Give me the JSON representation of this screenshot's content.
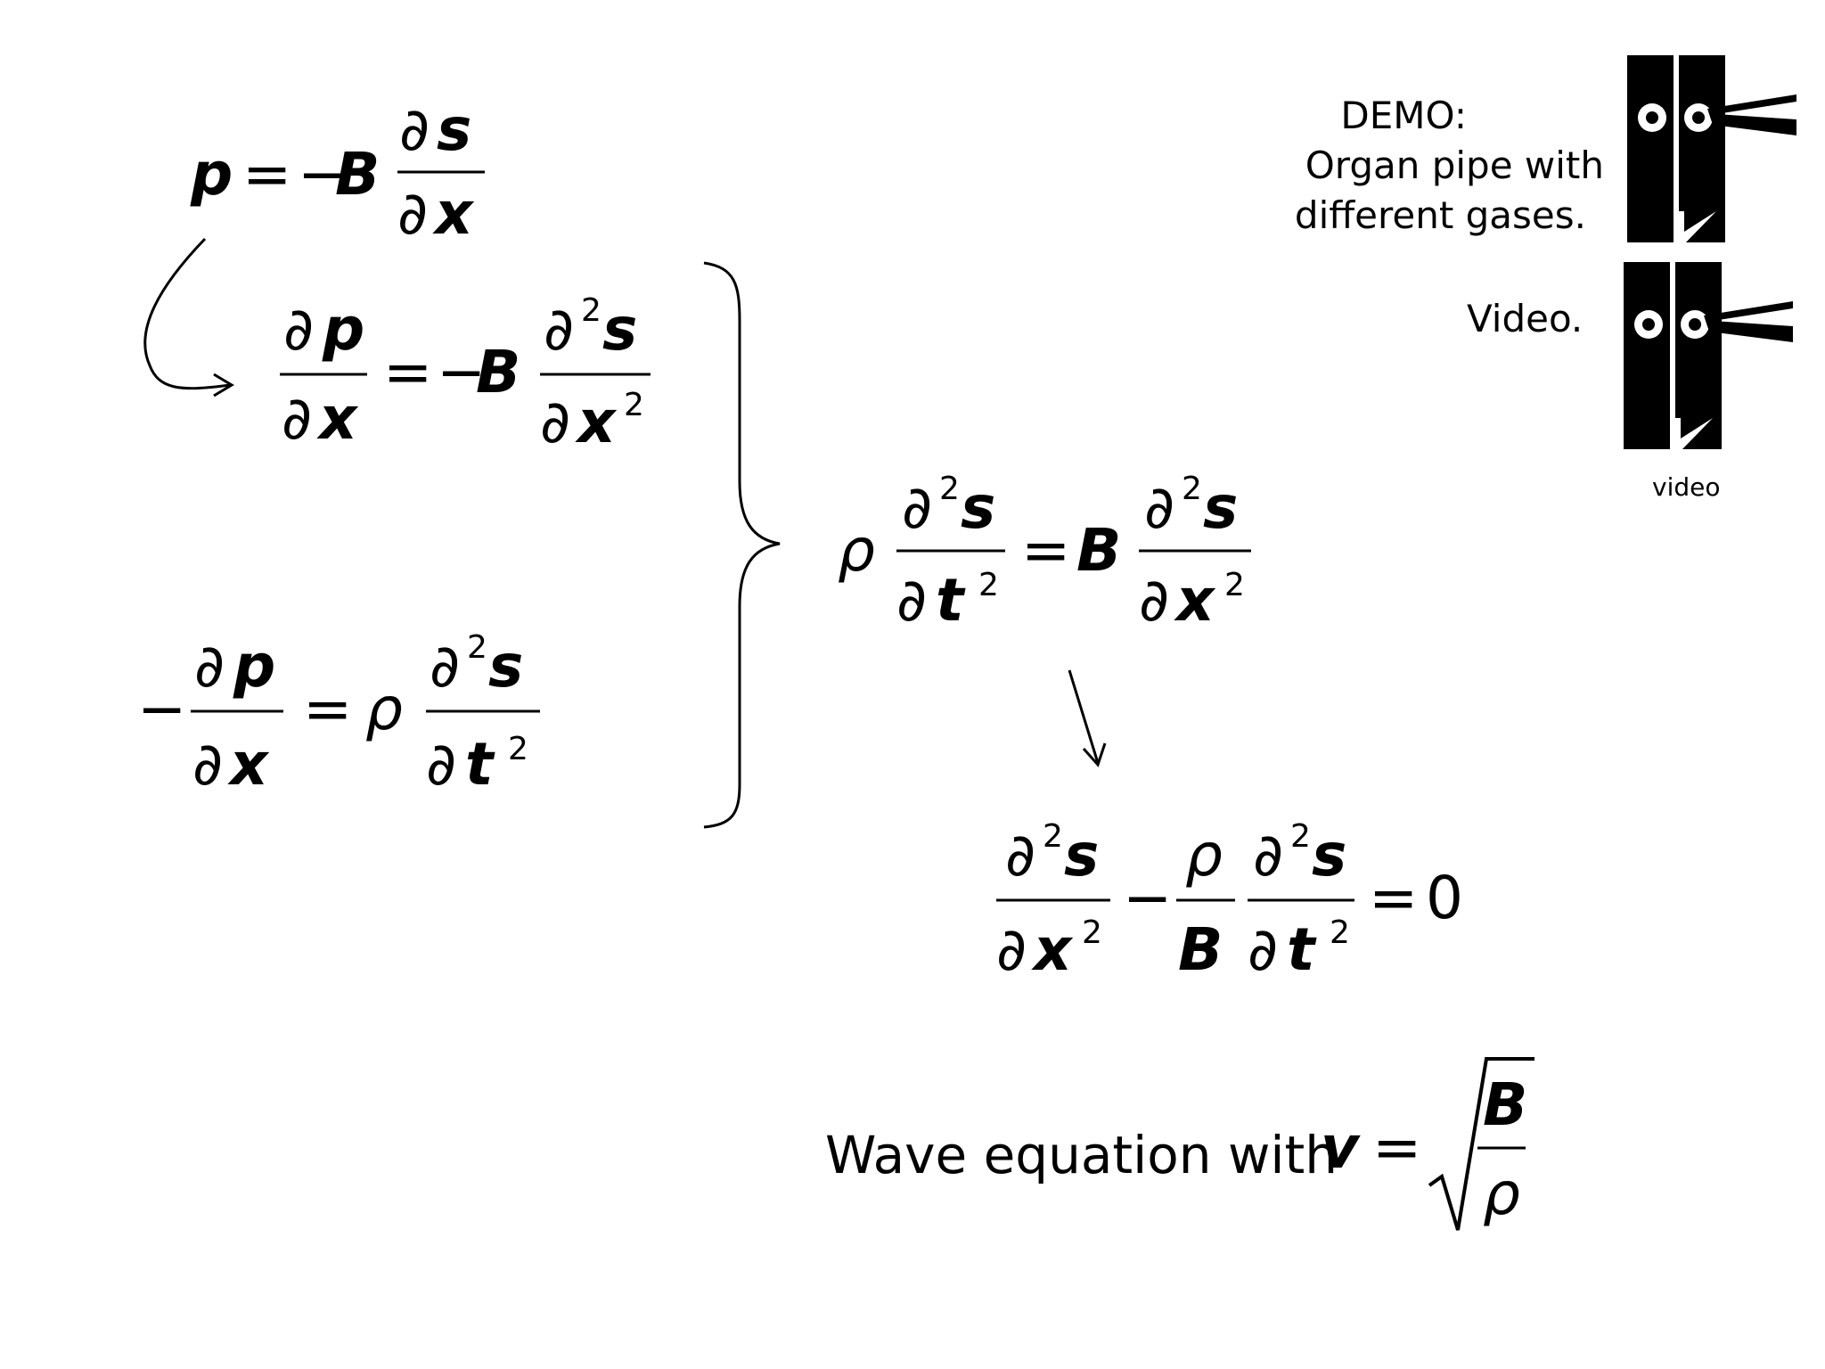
{
  "slide": {
    "demo": {
      "label": "DEMO:",
      "line1": "Organ pipe with",
      "line2": "different gases."
    },
    "video": {
      "label": "Video.",
      "caption": "video"
    },
    "conclusion": {
      "text": "Wave equation with"
    },
    "equations": {
      "eq1": "p = −B ∂s/∂x",
      "eq2": "∂p/∂x = −B ∂²s/∂x²",
      "eq3": "−∂p/∂x = ρ ∂²s/∂t²",
      "eq4": "ρ ∂²s/∂t² = B ∂²s/∂x²",
      "eq5": "∂²s/∂x² − ρ/B ∂²s/∂t² = 0",
      "eq6": "v = √(B/ρ)"
    },
    "icons": {
      "demo_icon": "organ-pipe-icon",
      "video_icon": "organ-pipe-icon"
    }
  }
}
